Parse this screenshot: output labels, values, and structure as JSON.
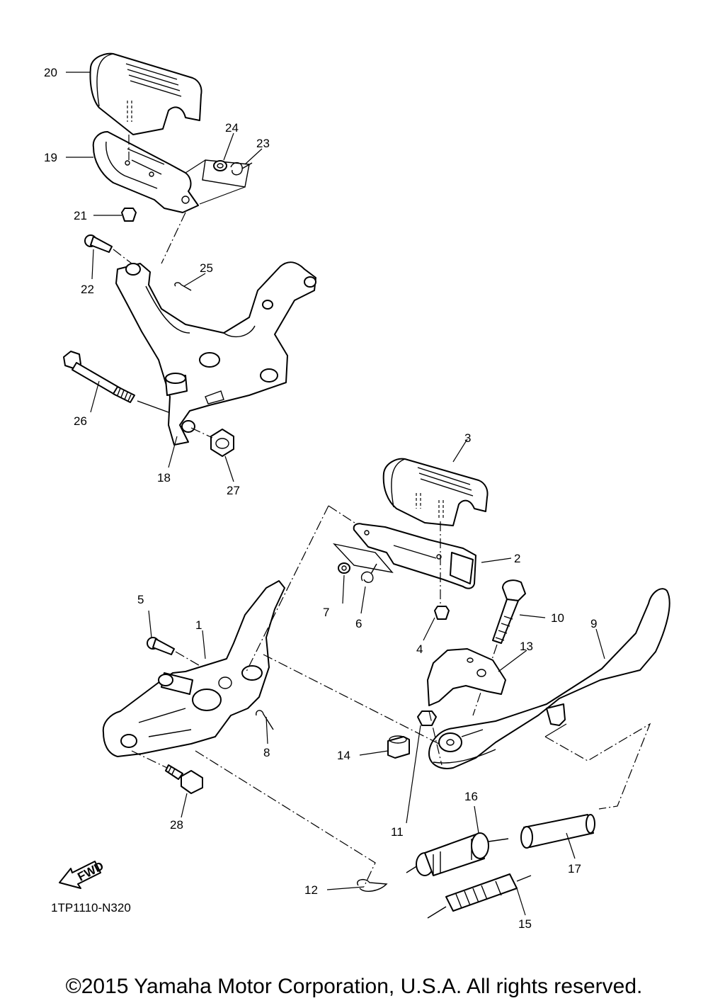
{
  "diagram": {
    "callouts": [
      "1",
      "2",
      "3",
      "4",
      "5",
      "6",
      "7",
      "8",
      "9",
      "10",
      "11",
      "12",
      "13",
      "14",
      "15",
      "16",
      "17",
      "18",
      "19",
      "20",
      "21",
      "22",
      "23",
      "24",
      "25",
      "26",
      "27",
      "28"
    ],
    "fwd_label": "FWD",
    "catalog_code": "1TP1110-N320"
  },
  "footer": {
    "copyright": "©2015 Yamaha Motor Corporation, U.S.A. All rights reserved."
  }
}
